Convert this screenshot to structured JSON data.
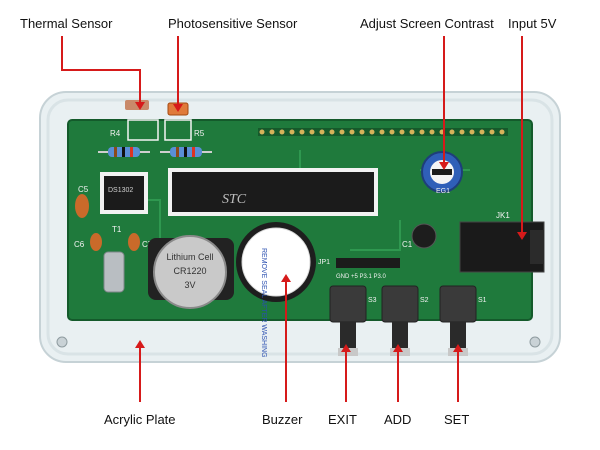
{
  "labels": {
    "thermal_sensor": "Thermal Sensor",
    "photosensitive_sensor": "Photosensitive Sensor",
    "adjust_screen_contrast": "Adjust Screen Contrast",
    "input_5v": "Input 5V",
    "acrylic_plate": "Acrylic Plate",
    "buzzer": "Buzzer",
    "exit": "EXIT",
    "add": "ADD",
    "set": "SET"
  },
  "board_markings": {
    "r4": "R4",
    "r5": "R5",
    "c5": "C5",
    "c6": "C6",
    "c7": "C7",
    "t1": "T1",
    "c1": "C1",
    "jk1": "JK1",
    "jp1": "JP1",
    "chip_small": "DS1302",
    "chip_main": "STC",
    "pin_header": "GND +5 P3.1 P3.0",
    "battery_line1": "Lithium Cell",
    "battery_line2": "CR1220",
    "battery_line3": "3V",
    "buzzer_sticker": "REMOVE SEAL AFTER WASHING",
    "pot_marking": "EG1",
    "s1": "S1",
    "s2": "S2",
    "s3": "S3"
  },
  "colors": {
    "callout_line": "#d61a1a",
    "pcb": "#1f7a3c",
    "acrylic": "#e6eef0",
    "chip": "#1b1b1b"
  }
}
